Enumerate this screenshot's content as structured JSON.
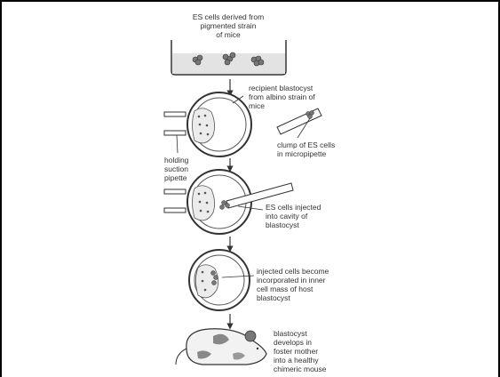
{
  "diagram": {
    "labels": {
      "es_cells": "ES cells derived from\npigmented strain\nof mice",
      "recipient": "recipient blastocyst\nfrom albino strain of\nmice",
      "clump": "clump of ES cells\nin micropipette",
      "holding": "holding\nsuction\npipette",
      "injected": "ES cells injected\ninto cavity of\nblastocyst",
      "incorporated": "injected cells become\nincorporated in inner\ncell mass of host\nblastocyst",
      "develops": "blastocyst\ndevelops in\nfoster mother\ninto a healthy\nchimeric mouse"
    }
  }
}
